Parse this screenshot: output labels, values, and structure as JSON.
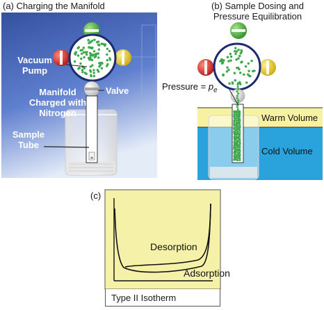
{
  "panel_a": {
    "title": "(a) Charging the Manifold",
    "vacuum_pump_line1": "Vacuum",
    "vacuum_pump_line2": "Pump",
    "valve": "Valve",
    "manifold_line1": "Manifold",
    "manifold_line2": "Charged with",
    "manifold_line3": "Nitrogen",
    "sample_tube_line1": "Sample",
    "sample_tube_line2": "Tube"
  },
  "panel_b": {
    "title_line1": "(b) Sample Dosing and",
    "title_line2": "Pressure Equilibration",
    "pressure_label": "Pressure = ",
    "pressure_symbol": "p",
    "pressure_subscript": "e",
    "warm_volume": "Warm Volume",
    "cold_volume": "Cold Volume"
  },
  "panel_c": {
    "label": "(c)",
    "desorption": "Desorption",
    "adsorption": "Adsorption",
    "caption": "Type II Isotherm"
  },
  "colors": {
    "panel_a_gradient_top": "#3c5ab4",
    "panel_a_gradient_bottom": "#e4ecf8",
    "manifold_ring": "#1c2a6e",
    "nitrogen_dot": "#3aa84a",
    "valve_green": "#3fae3a",
    "valve_red": "#d42a2a",
    "valve_yellow": "#e4cc22",
    "warm_band": "#f7f2a2",
    "cold_band": "#2aa3dd",
    "isotherm_bg": "#f6f1a8"
  }
}
